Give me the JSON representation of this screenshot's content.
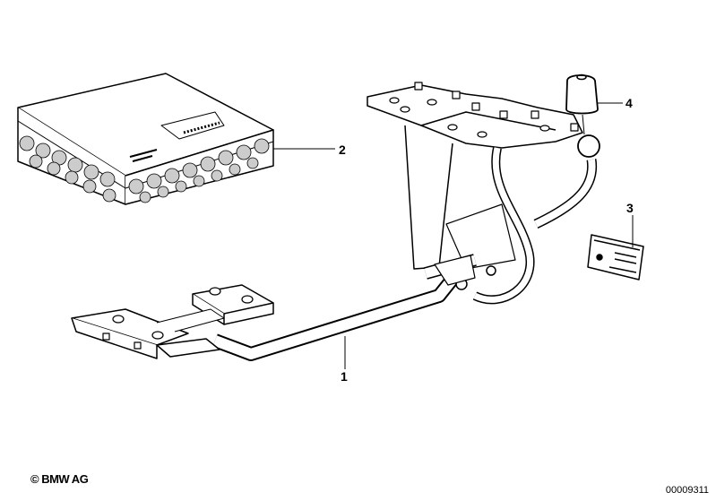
{
  "callouts": {
    "part1": "1",
    "part2": "2",
    "part3": "3",
    "part4": "4"
  },
  "footer": {
    "copyright": "© BMW AG",
    "diagram_id": "00009311"
  },
  "colors": {
    "line": "#000000",
    "background": "#ffffff"
  }
}
